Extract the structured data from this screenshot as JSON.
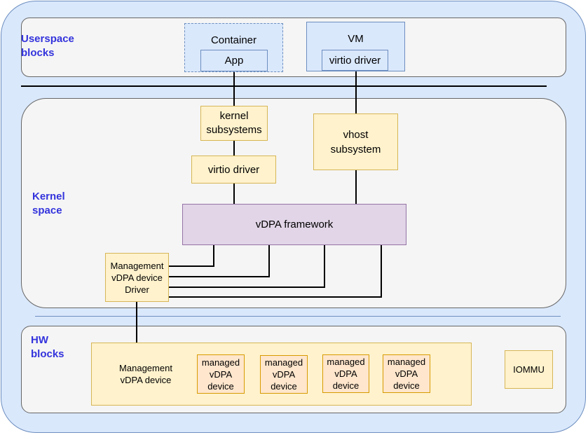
{
  "colors": {
    "background": "#dae8fc",
    "band": "#f5f5f5",
    "label": "#3333dd",
    "component": "#fff2cc",
    "managed": "#ffe6cc",
    "framework": "#e1d5e7"
  },
  "labels": {
    "userspace": "Userspace\nblocks",
    "kernel": "Kernel\nspace",
    "hw": "HW\nblocks"
  },
  "userspace": {
    "container": "Container",
    "app": "App",
    "vm": "VM",
    "vm_driver": "virtio driver"
  },
  "kernel": {
    "subsystems": "kernel\nsubsystems",
    "virtio_driver": "virtio driver",
    "vhost": "vhost\nsubsystem",
    "vdpa_framework": "vDPA framework",
    "mgmt_driver": "Management\nvDPA device\nDriver"
  },
  "hw": {
    "mgmt_device": "Management\nvDPA device",
    "managed_devices": [
      "managed\nvDPA\ndevice",
      "managed\nvDPA\ndevice",
      "managed\nvDPA\ndevice",
      "managed\nvDPA\ndevice"
    ],
    "iommu": "IOMMU"
  }
}
